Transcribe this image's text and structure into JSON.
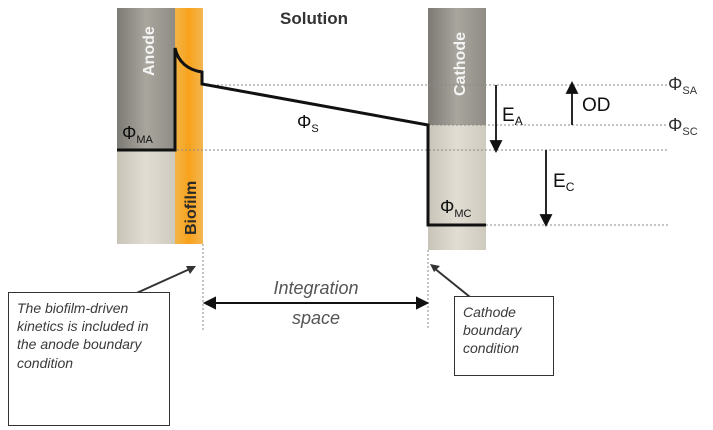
{
  "labels": {
    "solution": "Solution",
    "anode": "Anode",
    "biofilm": "Biofilm",
    "cathode": "Cathode",
    "phi_ma_main": "Φ",
    "phi_ma_sub": "MA",
    "phi_s_main": "Φ",
    "phi_s_sub": "S",
    "phi_mc_main": "Φ",
    "phi_mc_sub": "MC",
    "phi_sa_main": "Φ",
    "phi_sa_sub": "SA",
    "phi_sc_main": "Φ",
    "phi_sc_sub": "SC",
    "ea_main": "E",
    "ea_sub": "A",
    "ec_main": "E",
    "ec_sub": "C",
    "od": "OD",
    "integration_line1": "Integration",
    "integration_line2": "space"
  },
  "notes": {
    "biofilm": "The biofilm-driven kinetics is included in the anode boundary condition",
    "cathode": "Cathode boundary condition"
  },
  "colors": {
    "biofilm": "#f5a623",
    "electrode_top": "#8c8a84",
    "electrode_bottom": "#d6d2c8",
    "line": "#111111",
    "dotted": "#888888"
  }
}
